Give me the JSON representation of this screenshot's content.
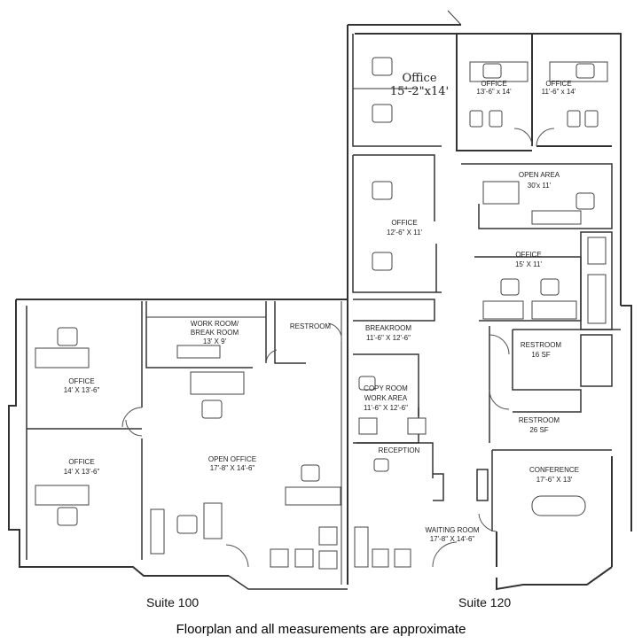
{
  "caption": "Floorplan and all measurements are approximate",
  "suites": {
    "left": "Suite 100",
    "right": "Suite 120"
  },
  "rooms": {
    "office_large": {
      "name": "Office",
      "size": "15'-2\"x14'"
    },
    "office_top_mid": {
      "name": "OFFICE",
      "size": "13'-6\" x 14'"
    },
    "office_top_right": {
      "name": "OFFICE",
      "size": "11'-6\" x 14'"
    },
    "open_area": {
      "name": "OPEN AREA",
      "size": "30'x 11'"
    },
    "office_mid_left": {
      "name": "OFFICE",
      "size": "12'-6\" X 11'"
    },
    "office_mid_right": {
      "name": "OFFICE",
      "size": "15' X 11'"
    },
    "breakroom_120": {
      "name": "BREAKROOM",
      "size": "11'-6\" X 12'-6\""
    },
    "copyroom": {
      "name": "COPY ROOM",
      "name2": "WORK AREA",
      "size": "11'-6\" X 12'-6\""
    },
    "restroom_120_top": {
      "name": "RESTROOM",
      "size": "16 SF"
    },
    "restroom_120_bottom": {
      "name": "RESTROOM",
      "size": "26 SF"
    },
    "reception": {
      "name": "RECEPTION"
    },
    "conference": {
      "name": "CONFERENCE",
      "size": "17'-6\" X 13'"
    },
    "waiting_room": {
      "name": "WAITING ROOM",
      "size": "17'-8\" X 14'-6\""
    },
    "office_100_top": {
      "name": "OFFICE",
      "size": "14' X 13'-6\""
    },
    "office_100_bottom": {
      "name": "OFFICE",
      "size": "14' X 13'-6\""
    },
    "work_room": {
      "name": "WORK ROOM/",
      "name2": "BREAK ROOM",
      "size": "13' X 9'"
    },
    "restroom_100": {
      "name": "RESTROOM"
    },
    "open_office": {
      "name": "OPEN OFFICE",
      "size": "17'-8\" X 14'-6\""
    }
  }
}
